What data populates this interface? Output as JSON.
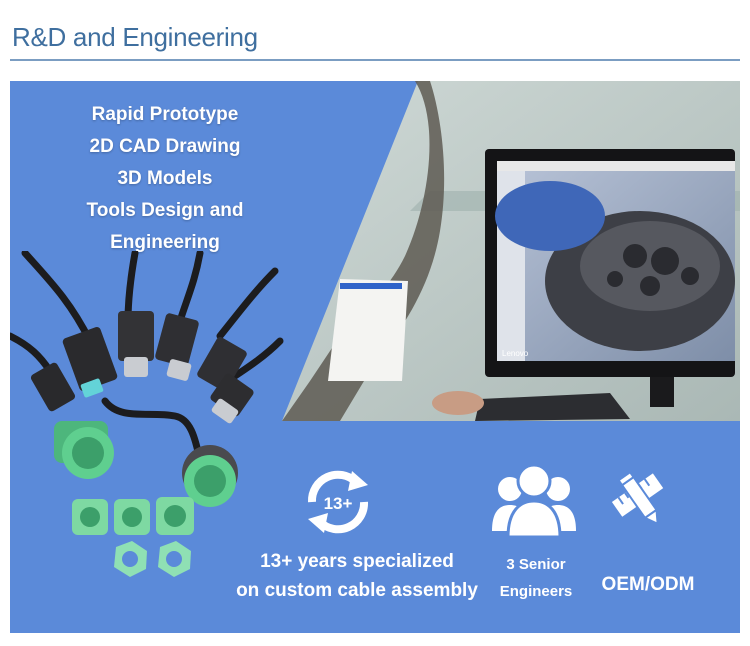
{
  "header": {
    "title": "R&D and Engineering"
  },
  "services": {
    "items": [
      "Rapid Prototype",
      "2D CAD Drawing",
      "3D Models",
      "Tools Design and",
      "Engineering"
    ]
  },
  "photo": {
    "monitor_brand": "Lenovo"
  },
  "stats": {
    "years": {
      "badge": "13+",
      "lines": [
        "13+ years specialized",
        "on custom cable assembly"
      ],
      "icon": "cycle-arrows-icon"
    },
    "engineers": {
      "lines": [
        "3 Senior",
        "Engineers"
      ],
      "icon": "people-group-icon"
    },
    "oem": {
      "label": "OEM/ODM",
      "icon": "pencil-ruler-icon"
    }
  },
  "colors": {
    "title": "#3f6f9f",
    "rule": "#7b9dc2",
    "panel": "#5b8ad9",
    "text": "#ffffff",
    "connector_green": "#5fcf8f",
    "cable_black": "#1c1c1e"
  }
}
